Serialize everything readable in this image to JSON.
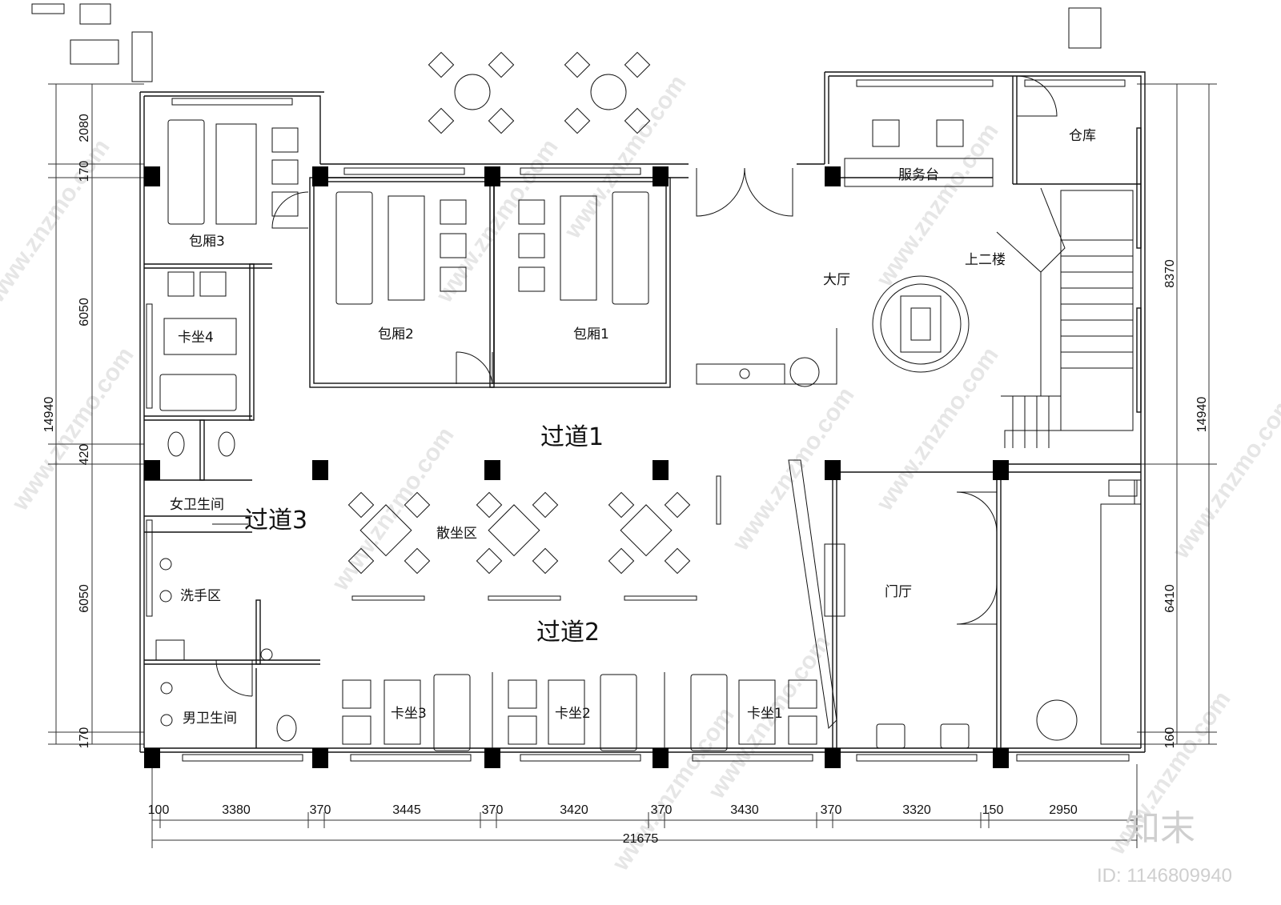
{
  "rooms": {
    "private_room_3": "包厢3",
    "private_room_2": "包厢2",
    "private_room_1": "包厢1",
    "booth_4": "卡坐4",
    "booth_3": "卡坐3",
    "booth_2": "卡坐2",
    "booth_1": "卡坐1",
    "womens_restroom": "女卫生间",
    "mens_restroom": "男卫生间",
    "washing_area": "洗手区",
    "open_seating": "散坐区",
    "lobby": "大厅",
    "service_desk": "服务台",
    "storage": "仓库",
    "stairs_up": "上二楼",
    "foyer": "门厅"
  },
  "corridors": {
    "corridor_1": "过道1",
    "corridor_2": "过道2",
    "corridor_3": "过道3"
  },
  "dimensions": {
    "bottom": [
      "100",
      "3380",
      "370",
      "3445",
      "370",
      "3420",
      "370",
      "3430",
      "370",
      "3320",
      "150",
      "2950"
    ],
    "bottom_total": "21675",
    "left": [
      "2080",
      "170",
      "6050",
      "420",
      "6050",
      "170"
    ],
    "left_total": "14940",
    "right": [
      "8370",
      "6410",
      "160"
    ],
    "right_total": "14940"
  },
  "watermark": {
    "text": "www.znzmo.com",
    "brand": "知末",
    "id": "ID: 1146809940"
  }
}
